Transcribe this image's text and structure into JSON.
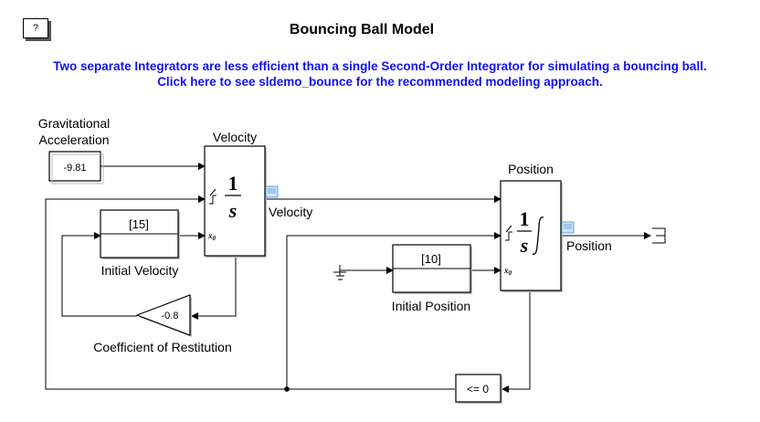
{
  "help_button": {
    "label": "?"
  },
  "title": "Bouncing Ball Model",
  "note": {
    "line1": "Two separate Integrators are less efficient than a single Second-Order Integrator for simulating a bouncing ball.",
    "line2": "Click here to see sldemo_bounce for the recommended modeling approach."
  },
  "blocks": {
    "gravity": {
      "name_line1": "Gravitational",
      "name_line2": "Acceleration",
      "value": "-9.81"
    },
    "velocity_integrator": {
      "name": "Velocity",
      "numerator": "1",
      "denominator": "s",
      "ic_port": "x",
      "ic_sub": "0"
    },
    "initial_velocity": {
      "name": "Initial Velocity",
      "value": "[15]"
    },
    "restitution_gain": {
      "name": "Coefficient of Restitution",
      "value": "-0.8"
    },
    "position_integrator": {
      "name": "Position",
      "numerator": "1",
      "denominator": "s",
      "ic_port": "x",
      "ic_sub": "0"
    },
    "initial_position": {
      "name": "Initial Position",
      "value": "[10]"
    },
    "compare": {
      "value": "<= 0"
    }
  },
  "signals": {
    "velocity": "Velocity",
    "position": "Position"
  },
  "colors": {
    "annotation": "#1111ee",
    "viewer_icon": "#9fc6e8",
    "line": "#000000"
  }
}
